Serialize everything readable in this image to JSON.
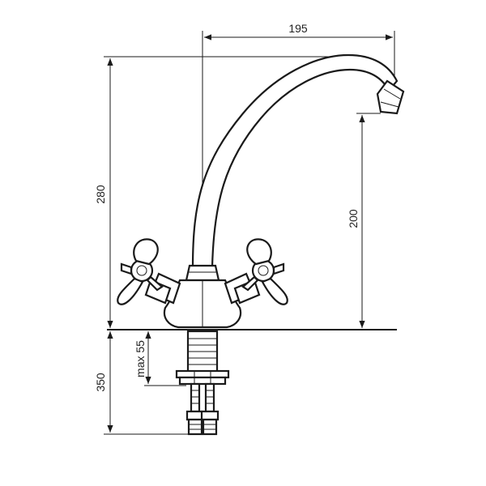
{
  "dimensions": {
    "spout_reach": "195",
    "total_height": "280",
    "spout_outlet_height": "200",
    "hose_length": "350",
    "max_counter_thickness": "max 55"
  },
  "colors": {
    "line": "#1a1a1a",
    "background": "#ffffff"
  }
}
